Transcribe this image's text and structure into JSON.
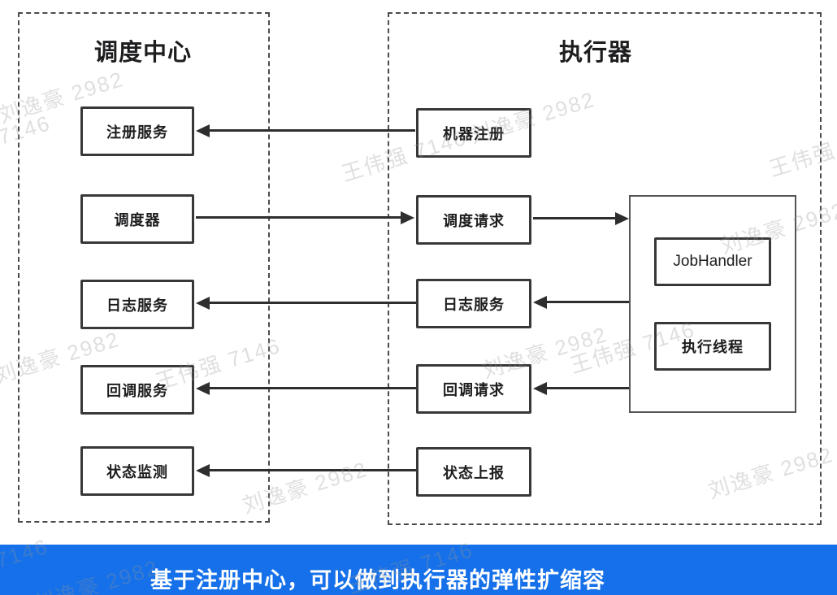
{
  "diagram": {
    "scheduler": {
      "title": "调度中心",
      "nodes": [
        "注册服务",
        "调度器",
        "日志服务",
        "回调服务",
        "状态监测"
      ]
    },
    "executor": {
      "title": "执行器",
      "nodes": [
        "机器注册",
        "调度请求",
        "日志服务",
        "回调请求",
        "状态上报"
      ],
      "internal": [
        "JobHandler",
        "执行线程"
      ]
    },
    "connections": [
      {
        "from": "机器注册",
        "to": "注册服务",
        "head": "left"
      },
      {
        "from": "调度器",
        "to": "调度请求",
        "head": "right"
      },
      {
        "from": "调度请求",
        "to": "executor-internal-box",
        "head": "right"
      },
      {
        "from": "executor-internal-box",
        "to": "日志服务(执行器)",
        "head": "left"
      },
      {
        "from": "日志服务(执行器)",
        "to": "日志服务(调度中心)",
        "head": "left"
      },
      {
        "from": "executor-internal-box",
        "to": "回调请求",
        "head": "left"
      },
      {
        "from": "回调请求",
        "to": "回调服务",
        "head": "left"
      },
      {
        "from": "状态上报",
        "to": "状态监测",
        "head": "left"
      }
    ]
  },
  "caption": {
    "text": "基于注册中心，可以做到执行器的弹性扩缩容",
    "bg_color": "#1570e9",
    "text_color": "#ffffff"
  },
  "watermarks": {
    "a": "刘逸豪 2982",
    "b": "王伟强 7146"
  },
  "colors": {
    "node_border": "#383838",
    "group_border": "#4b4b4b",
    "arrow": "#2e2e2e",
    "watermark": "#e0e0e0"
  }
}
